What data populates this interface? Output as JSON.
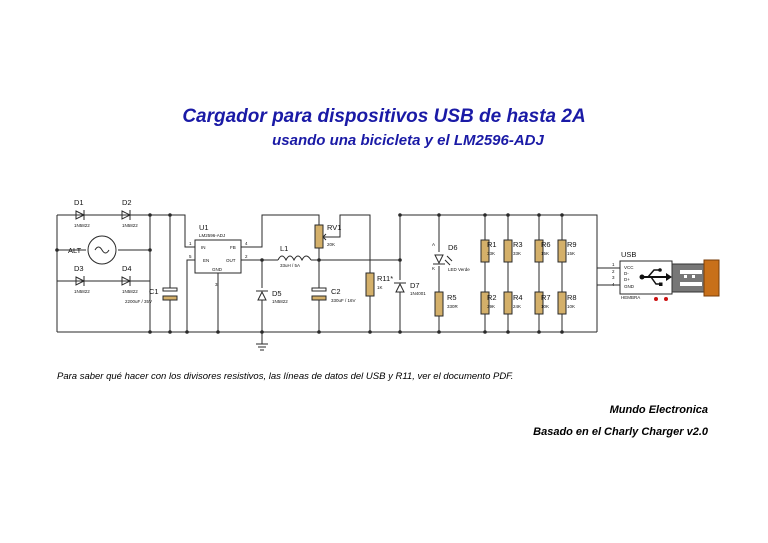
{
  "title": "Cargador para dispositivos USB de hasta 2A",
  "subtitle": "usando una bicicleta y el LM2596-ADJ",
  "note": "Para saber qué hacer con los divisores resistivos, las líneas de datos del USB y R11, ver el documento PDF.",
  "credits": {
    "line1": "Mundo Electronica",
    "line2": "Basado en el Charly Charger v2.0"
  },
  "components": {
    "alt": "ALT",
    "d1": {
      "ref": "D1",
      "val": "1N5822"
    },
    "d2": {
      "ref": "D2",
      "val": "1N5822"
    },
    "d3": {
      "ref": "D3",
      "val": "1N5822"
    },
    "d4": {
      "ref": "D4",
      "val": "1N5822"
    },
    "c1": {
      "ref": "C1",
      "val": "2200uF / 35V"
    },
    "u1": {
      "ref": "U1",
      "val": "LM2596-ADJ",
      "in": "IN",
      "fb": "FB",
      "en": "EN",
      "out": "OUT",
      "gnd": "GND",
      "p1": "1",
      "p2": "2",
      "p3": "3",
      "p4": "4",
      "p5": "5"
    },
    "d5": {
      "ref": "D5",
      "val": "1N5822"
    },
    "l1": {
      "ref": "L1",
      "val": "33uH / 5A"
    },
    "rv1": {
      "ref": "RV1",
      "val": "20K"
    },
    "c2": {
      "ref": "C2",
      "val": "330uF / 16V"
    },
    "r11": {
      "ref": "R11*",
      "val": "1K"
    },
    "d7": {
      "ref": "D7",
      "val": "1N4001"
    },
    "d6": {
      "ref": "D6",
      "val": "LED Verde"
    },
    "r5": {
      "ref": "R5",
      "val": "330R"
    },
    "r1": {
      "ref": "R1",
      "val": "33K"
    },
    "r2": {
      "ref": "R2",
      "val": "39K"
    },
    "r3": {
      "ref": "R3",
      "val": "33K"
    },
    "r4": {
      "ref": "R4",
      "val": "24K"
    },
    "r6": {
      "ref": "R6",
      "val": "15K"
    },
    "r7": {
      "ref": "R7",
      "val": "10K"
    },
    "r8": {
      "ref": "R8",
      "val": "10K"
    },
    "r9": {
      "ref": "R9",
      "val": "15K"
    },
    "usb": {
      "ref": "USB",
      "vcc": "VCC",
      "dm": "D-",
      "dp": "D+",
      "gnd": "GND",
      "type": "HEMBRA",
      "p1": "1",
      "p2": "2",
      "p3": "3",
      "p4": "4"
    }
  }
}
